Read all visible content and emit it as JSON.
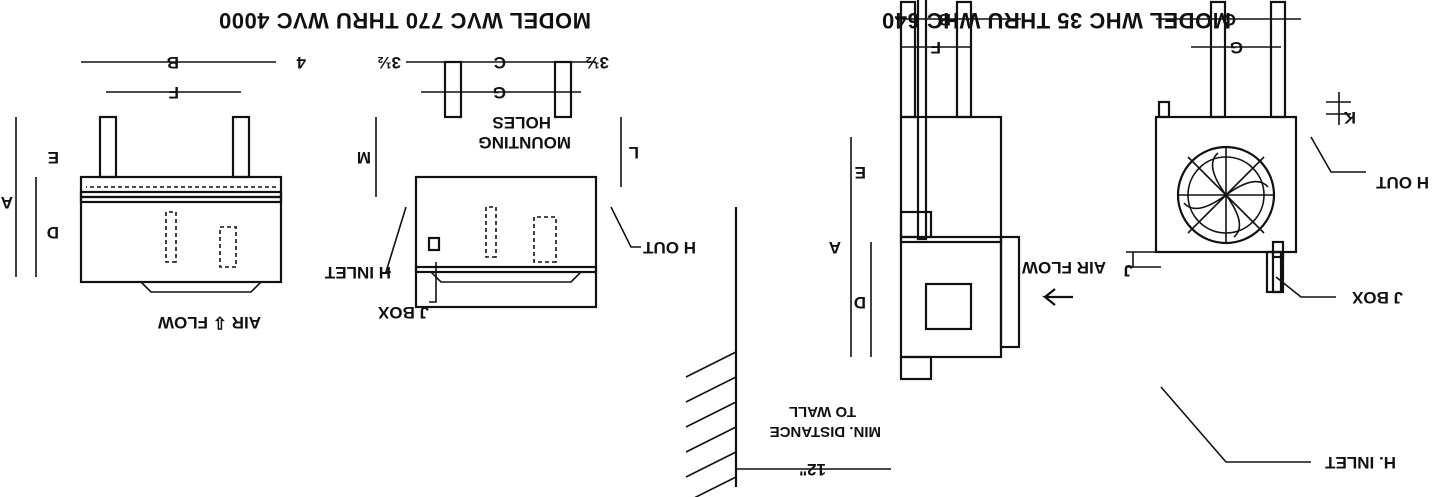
{
  "titles": {
    "left": "MODEL WHC 35 THRU WHC 640",
    "right": "MODEL WVC 770 THRU WVC 4000"
  },
  "labels": {
    "h_inlet_left": "H. INLET",
    "h_out_left": "H OUT",
    "j_box_left": "J BOX",
    "air_flow_left": "AIR FLOW",
    "min_distance_1": "MIN. DISTANCE",
    "min_distance_2": "TO WALL",
    "twelve_in": "12\"",
    "mounting_holes_1": "MOUNTING",
    "mounting_holes_2": "HOLES",
    "h_inlet_right": "H INLET",
    "h_out_right": "H OUT",
    "j_box_right": "J BOX",
    "air_flow_right": "AIR ⇩ FLOW"
  },
  "dims": {
    "A": "A",
    "B": "B",
    "C": "C",
    "D": "D",
    "E": "E",
    "F": "F",
    "G": "G",
    "J": "J",
    "K": "K",
    "L": "L",
    "M": "M",
    "four": "4",
    "three_half": "3½"
  }
}
